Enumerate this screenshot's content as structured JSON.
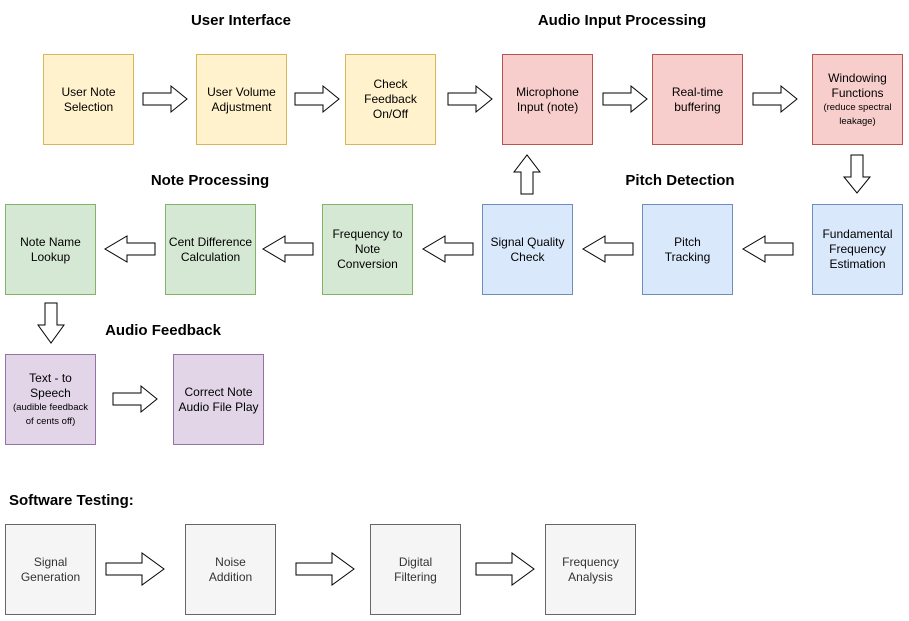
{
  "headers": {
    "user_interface": "User Interface",
    "audio_input": "Audio Input Processing",
    "note_processing": "Note Processing",
    "pitch_detection": "Pitch Detection",
    "audio_feedback": "Audio Feedback",
    "software_testing": "Software Testing:"
  },
  "nodes": {
    "user_note": [
      "User Note",
      "Selection"
    ],
    "user_volume": [
      "User Volume",
      "Adjustment"
    ],
    "check_feedback": [
      "Check",
      "Feedback",
      "On/Off"
    ],
    "microphone": [
      "Microphone",
      "Input (note)"
    ],
    "buffering": [
      "Real-time",
      "buffering"
    ],
    "windowing": {
      "lines": [
        "Windowing",
        "Functions"
      ],
      "sub": [
        "(reduce spectral",
        "leakage)"
      ]
    },
    "fundamental": [
      "Fundamental",
      "Frequency",
      "Estimation"
    ],
    "pitch_tracking": [
      "Pitch",
      "Tracking"
    ],
    "signal_quality": [
      "Signal Quality",
      "Check"
    ],
    "freq_to_note": [
      "Frequency to",
      "Note",
      "Conversion"
    ],
    "cent_diff": [
      "Cent Difference",
      "Calculation"
    ],
    "note_name": [
      "Note Name",
      "Lookup"
    ],
    "tts": {
      "lines": [
        "Text - to Speech"
      ],
      "sub": [
        "(audible feedback",
        "of cents off)"
      ]
    },
    "correct_note": [
      "Correct Note",
      "Audio File Play"
    ],
    "signal_gen": [
      "Signal",
      "Generation"
    ],
    "noise_add": [
      "Noise",
      "Addition"
    ],
    "digital_filter": [
      "Digital",
      "Filtering"
    ],
    "freq_analysis": [
      "Frequency",
      "Analysis"
    ]
  },
  "colors": {
    "yellow_fill": "#fff2cc",
    "red_fill": "#f8cecc",
    "blue_fill": "#dae8fc",
    "green_fill": "#d5e8d4",
    "purple_fill": "#e1d5e7",
    "gray_fill": "#f5f5f5"
  }
}
